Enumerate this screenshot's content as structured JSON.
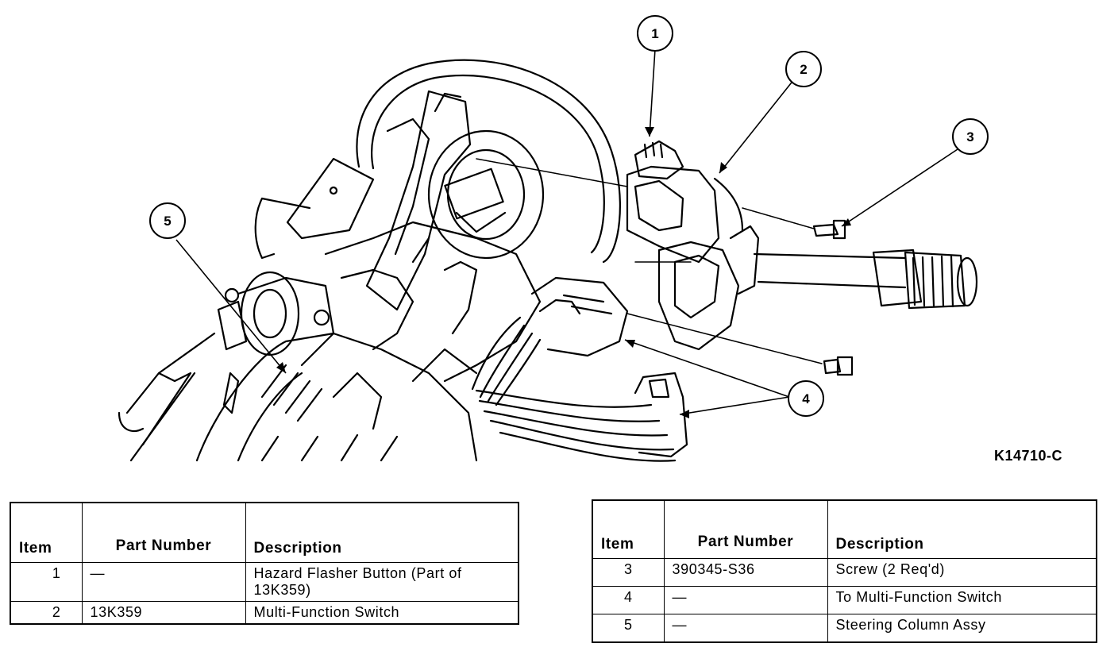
{
  "figure_code": "K14710-C",
  "callouts": [
    "1",
    "2",
    "3",
    "4",
    "5"
  ],
  "table_headers": {
    "item": "Item",
    "part_number": "Part Number",
    "description": "Description"
  },
  "tables": [
    {
      "rows": [
        {
          "item": "1",
          "part_number": "—",
          "description": "Hazard Flasher Button (Part of 13K359)"
        },
        {
          "item": "2",
          "part_number": "13K359",
          "description": "Multi-Function Switch"
        }
      ]
    },
    {
      "rows": [
        {
          "item": "3",
          "part_number": "390345-S36",
          "description": "Screw (2 Req'd)"
        },
        {
          "item": "4",
          "part_number": "—",
          "description": "To Multi-Function Switch"
        },
        {
          "item": "5",
          "part_number": "—",
          "description": "Steering Column Assy"
        }
      ]
    }
  ]
}
